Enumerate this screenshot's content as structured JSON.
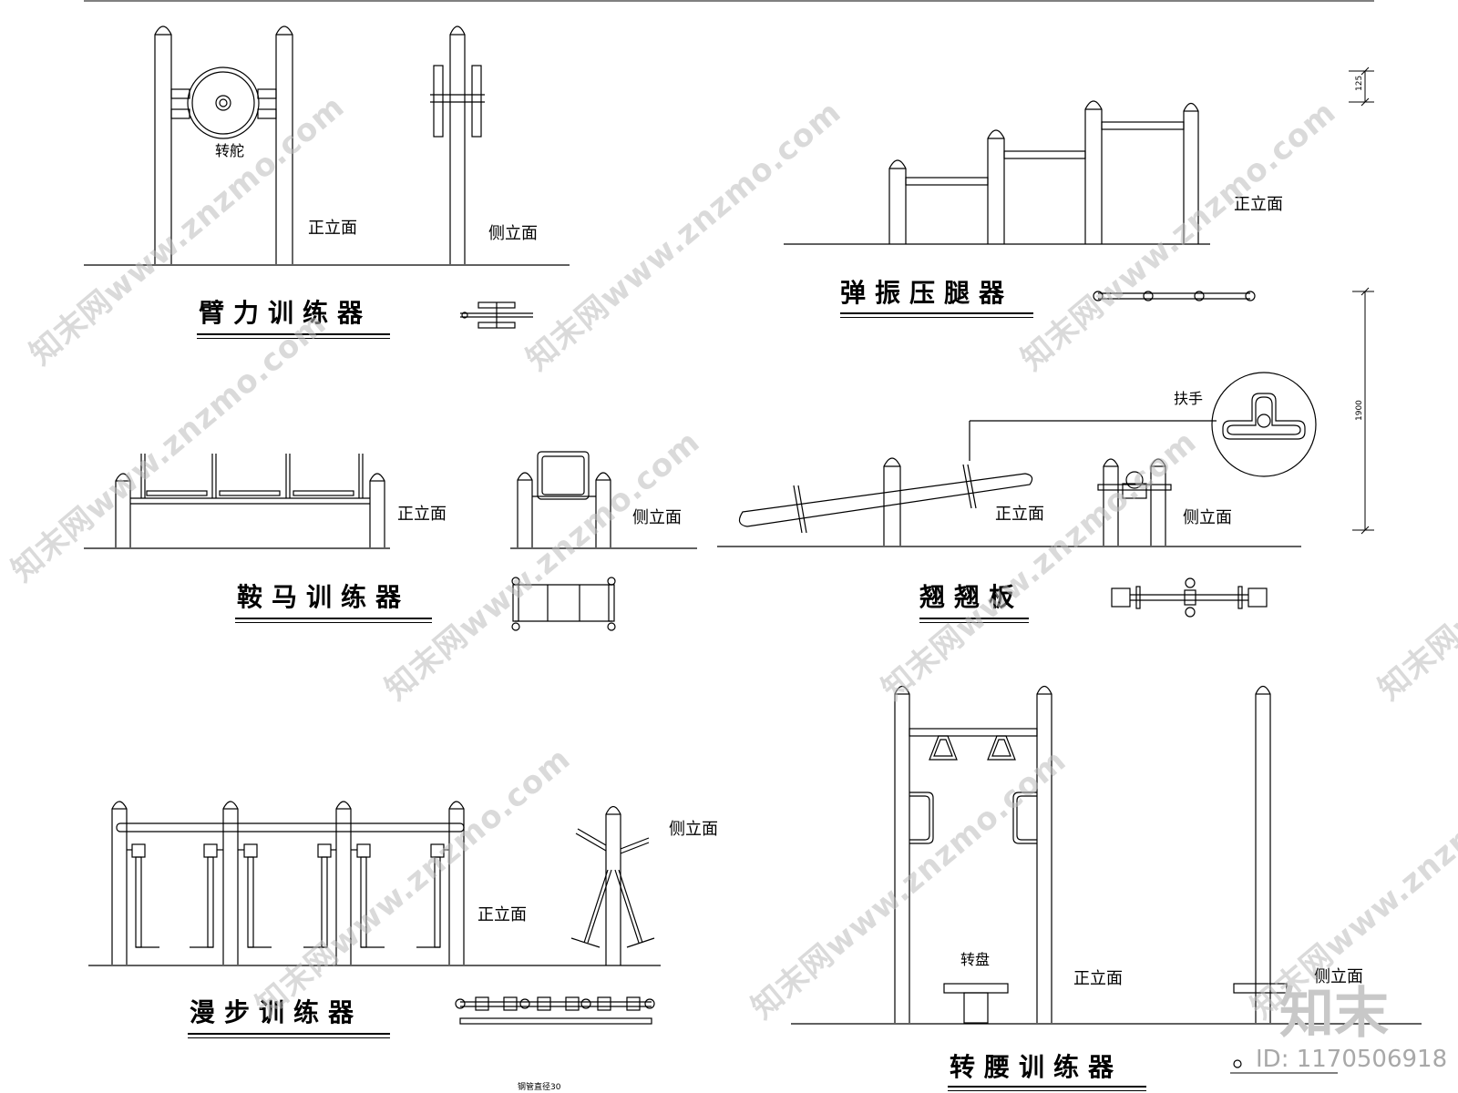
{
  "titles": {
    "arm": "臂力训练器",
    "leg_press": "弹振压腿器",
    "pommel": "鞍马训练器",
    "seesaw": "翘翘板",
    "walker": "漫步训练器",
    "waist": "转腰训练器"
  },
  "labels": {
    "front_elevation": "正立面",
    "side_elevation": "侧立面",
    "rudder": "转舵",
    "handrail": "扶手",
    "turntable": "转盘"
  },
  "dimensions": {
    "top": "125",
    "height": "1900"
  },
  "notes": {
    "pipe": "钢管直径30"
  },
  "watermark": {
    "text": "知末网www.znzmo.com",
    "logo": "知末",
    "id": "ID: 1170506918"
  }
}
